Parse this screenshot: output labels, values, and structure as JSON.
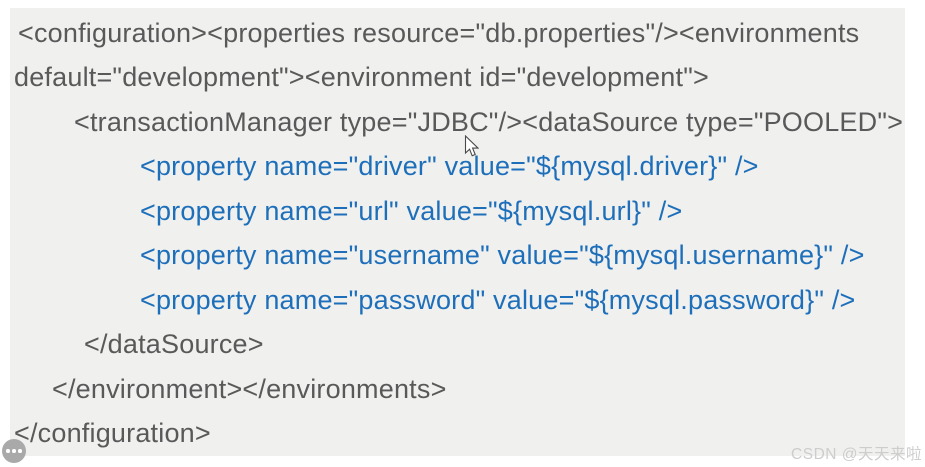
{
  "colors": {
    "panel": "#f0f0ef",
    "dark_text": "#595959",
    "blue_text": "#1e6fba",
    "watermark": "#cdcdcd"
  },
  "slide": {
    "code_lines": [
      {
        "text": "<configuration><properties resource=\"db.properties\"/><environments",
        "color": "dark"
      },
      {
        "text": "default=\"development\"><environment id=\"development\">",
        "color": "dark"
      },
      {
        "text": "<transactionManager type=\"JDBC\"/><dataSource type=\"POOLED\">",
        "color": "dark"
      },
      {
        "text": "<property name=\"driver\" value=\"${mysql.driver}\" />",
        "color": "blue"
      },
      {
        "text": "<property name=\"url\" value=\"${mysql.url}\" />",
        "color": "blue"
      },
      {
        "text": "<property name=\"username\" value=\"${mysql.username}\" />",
        "color": "blue"
      },
      {
        "text": "<property name=\"password\" value=\"${mysql.password}\" />",
        "color": "blue"
      },
      {
        "text": "</dataSource>",
        "color": "dark"
      },
      {
        "text": "</environment></environments>",
        "color": "dark"
      },
      {
        "text": "</configuration>",
        "color": "dark"
      }
    ]
  },
  "overlay": {
    "watermark_text": "CSDN @天天来啦",
    "more_button_icon": "more-options"
  }
}
